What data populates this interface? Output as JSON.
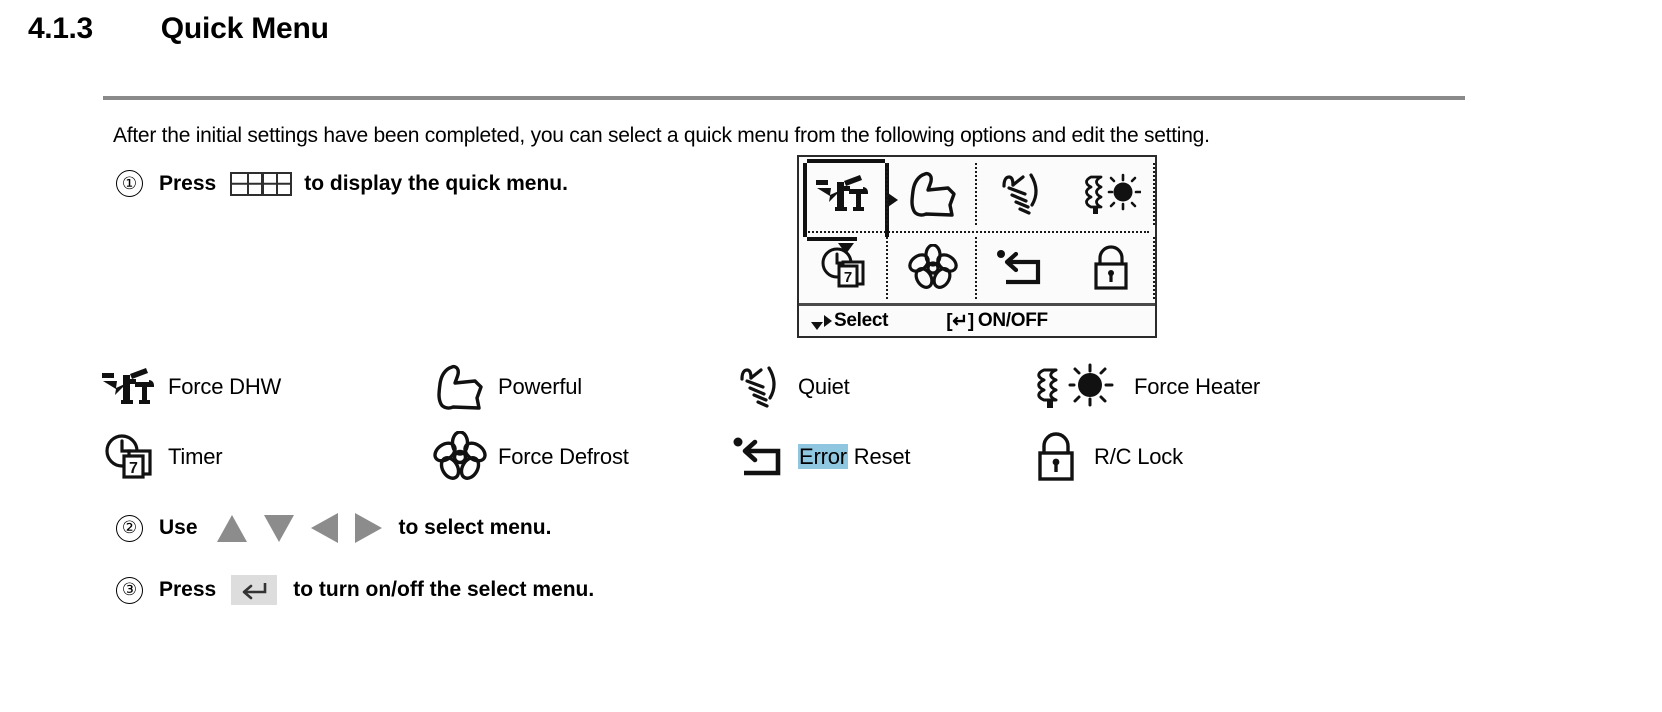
{
  "heading": {
    "number": "4.1.3",
    "title": "Quick Menu"
  },
  "intro": "After the initial settings have been completed, you can select a quick menu from the following options and edit the setting.",
  "steps": [
    {
      "num": "①",
      "pre": "Press",
      "icon": "menu-grid-key-icon",
      "post": "to display the quick menu."
    },
    {
      "num": "②",
      "pre": "Use",
      "icons": [
        "arrow-up-key-icon",
        "arrow-down-key-icon",
        "arrow-left-key-icon",
        "arrow-right-key-icon"
      ],
      "post": "to select menu."
    },
    {
      "num": "③",
      "pre": "Press",
      "icon": "enter-key-icon",
      "post": "to turn on/off the select menu."
    }
  ],
  "lcd": {
    "cells": [
      {
        "icon": "force-dhw-icon",
        "selected": true
      },
      {
        "icon": "powerful-icon",
        "selected": false
      },
      {
        "icon": "quiet-icon",
        "selected": false
      },
      {
        "icon": "force-heater-icon",
        "selected": false
      },
      {
        "icon": "timer-icon",
        "selected": false
      },
      {
        "icon": "force-defrost-icon",
        "selected": false
      },
      {
        "icon": "error-reset-icon",
        "selected": false
      },
      {
        "icon": "rc-lock-icon",
        "selected": false
      }
    ],
    "status": {
      "select_label": "Select",
      "onoff_label": "ON/OFF",
      "onoff_key": "[↵]"
    }
  },
  "legend": [
    {
      "icon": "force-dhw-icon",
      "label": "Force DHW"
    },
    {
      "icon": "powerful-icon",
      "label": "Powerful"
    },
    {
      "icon": "quiet-icon",
      "label": "Quiet"
    },
    {
      "icon": "force-heater-icon",
      "label": "Force Heater"
    },
    {
      "icon": "timer-icon",
      "label": "Timer"
    },
    {
      "icon": "force-defrost-icon",
      "label": "Force Defrost"
    },
    {
      "icon": "error-reset-icon",
      "label": "Error Reset",
      "highlight": "Error"
    },
    {
      "icon": "rc-lock-icon",
      "label": "R/C Lock"
    }
  ],
  "colors": {
    "rule": "#8a8a8a",
    "arrow_key": "#8c8c8c",
    "enter_key_bg": "#dddddd",
    "highlight": "#8fc6e0",
    "ink": "#000000"
  }
}
